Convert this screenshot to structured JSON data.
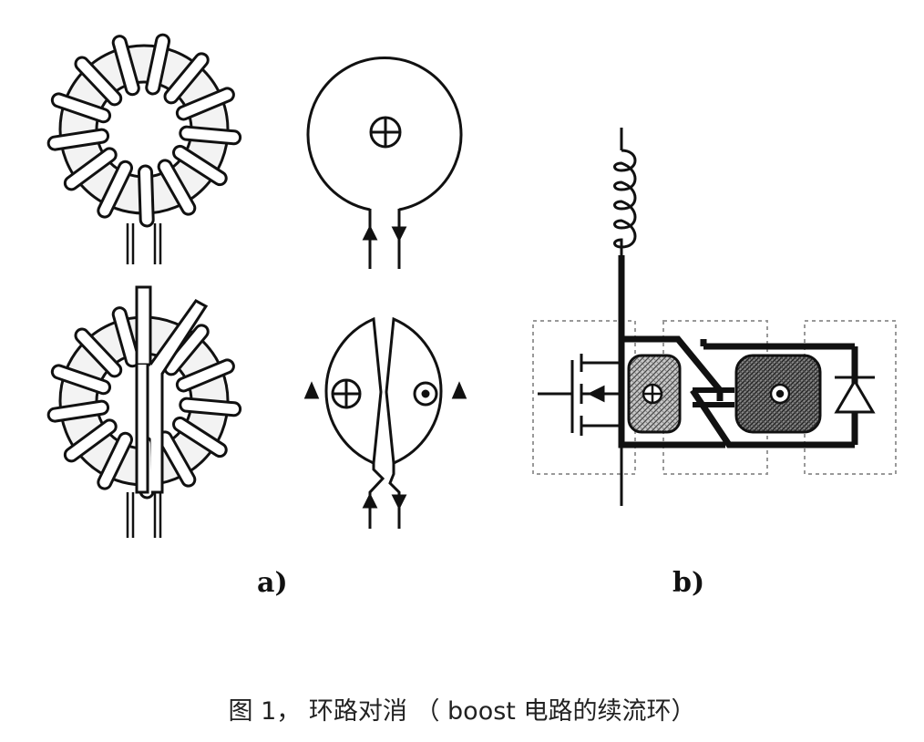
{
  "labels": {
    "a": "a)",
    "b": "b)"
  },
  "caption": "图 1， 环路对消 （ boost 电路的续流环）",
  "symbols": {
    "into_page": "cross-in-circle-icon",
    "out_of_page": "dot-in-circle-icon"
  },
  "colors": {
    "ink": "#111111",
    "ring_fill": "#f2f2f2",
    "core_fill": "#8a8a8a",
    "dashed_box": "#999999"
  }
}
